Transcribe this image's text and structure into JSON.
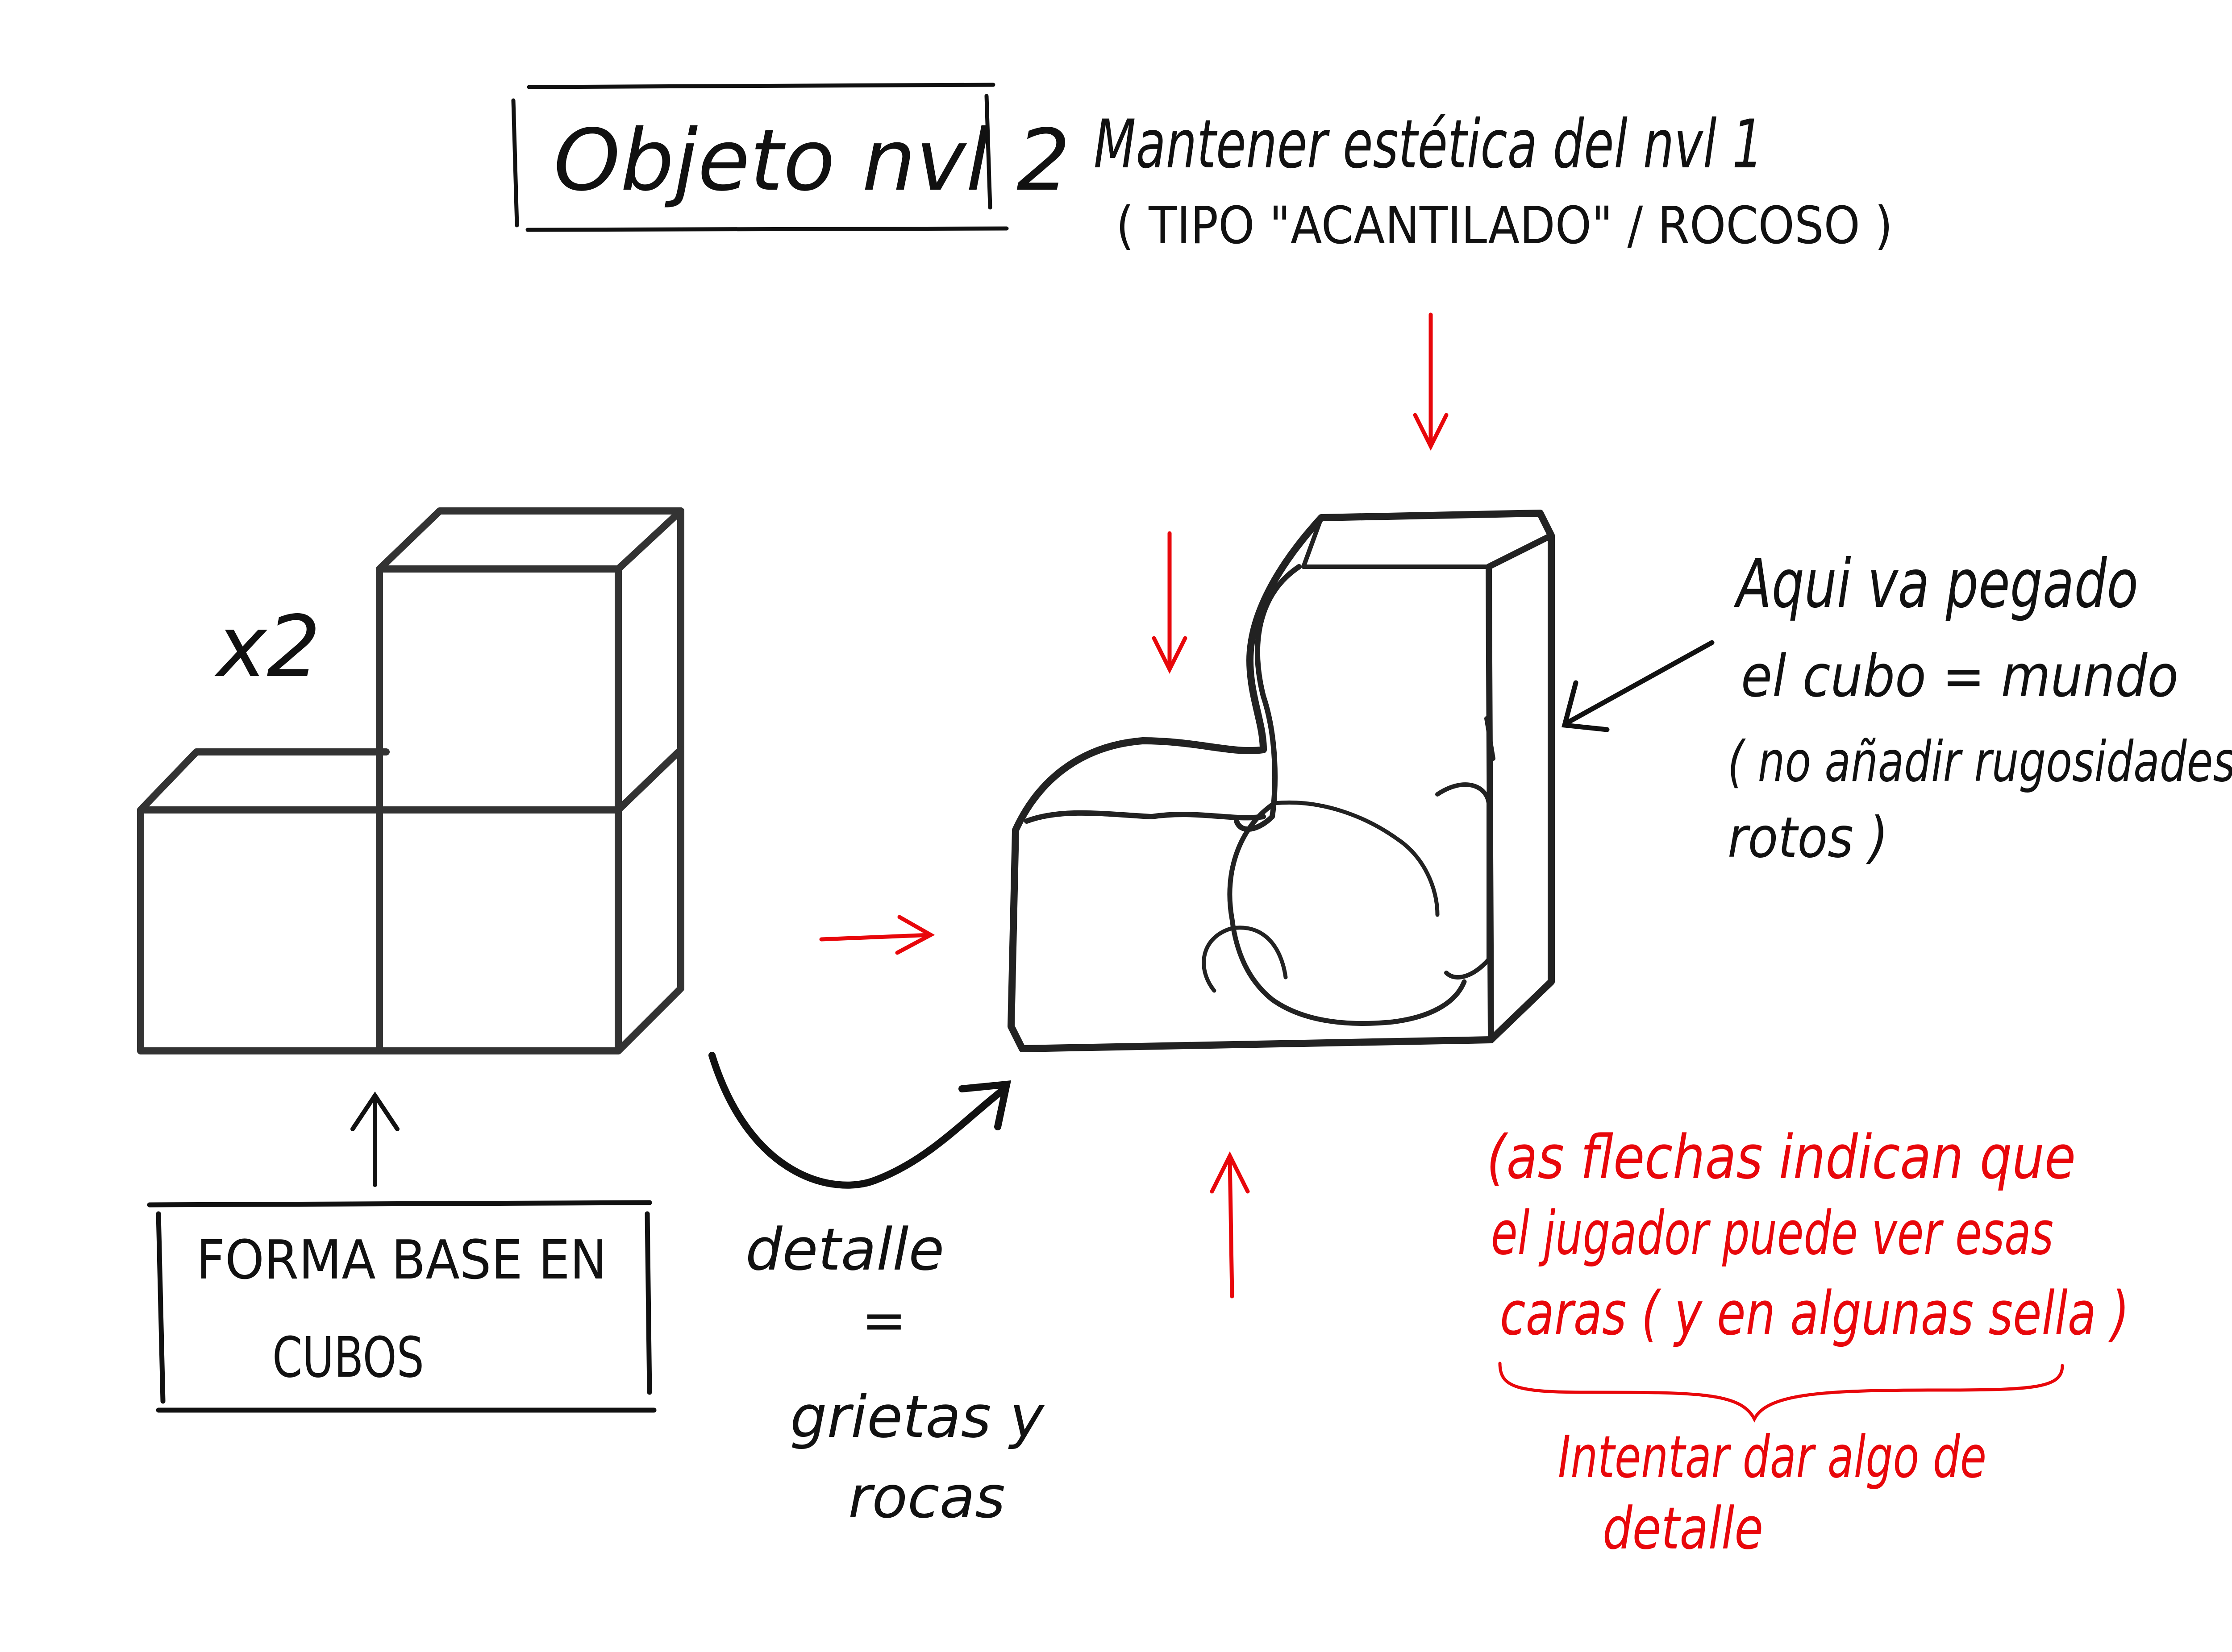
{
  "title_box": {
    "text": "Objeto nvl 2"
  },
  "aesthetic_note": {
    "line1": "Mantener estética del nvl 1",
    "line2": "( TIPO \"ACANTILADO\" / ROCOSO )"
  },
  "multiplier": "x2",
  "base_form_box": {
    "line1": "FORMA BASE EN",
    "line2": "CUBOS"
  },
  "detail_note": {
    "line1": "detalle",
    "line2": "=",
    "line3": "grietas y",
    "line4": "rocas"
  },
  "attach_note": {
    "line1": "Aqui va pegado",
    "line2": "el cubo = mundo",
    "line3": "( no añadir rugosidades /",
    "line4": "rotos )"
  },
  "arrows_note": {
    "line1": "(as flechas indican que",
    "line2": "el jugador puede ver esas",
    "line3": "caras ( y en algunas sella )",
    "line4": "Intentar dar algo de",
    "line5": "detalle"
  },
  "colors": {
    "ink": "#111111",
    "annotation": "#e8070b",
    "paper": "#ffffff"
  },
  "icons": [
    "arrow-up-icon",
    "curved-arrow-icon",
    "arrow-left-icon",
    "arrow-down-icon",
    "arrow-right-icon"
  ]
}
